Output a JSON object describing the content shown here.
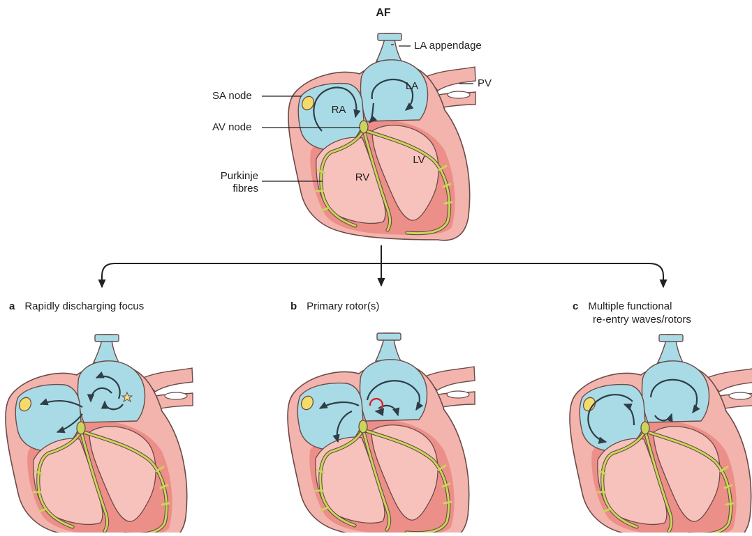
{
  "title": "AF",
  "labels": {
    "la_appendage": "LA appendage",
    "pv": "PV",
    "sa_node": "SA node",
    "av_node": "AV node",
    "purkinje": [
      "Purkinje",
      "fibres"
    ],
    "la": "LA",
    "ra": "RA",
    "rv": "RV",
    "lv": "LV"
  },
  "panels": [
    {
      "letter": "a",
      "title": [
        "Rapidly discharging focus"
      ]
    },
    {
      "letter": "b",
      "title": [
        "Primary rotor(s)"
      ]
    },
    {
      "letter": "c",
      "title": [
        "Multiple functional",
        "re-entry waves/rotors"
      ]
    }
  ],
  "colors": {
    "outer_wall": "#f3b4ad",
    "wall_stroke": "#6a4a48",
    "myocardium": "#ec8f88",
    "ventricle_cavity": "#f8c2bc",
    "atria": "#a9dbe6",
    "conduction": "#c9d65a",
    "sa_node": "#f4dc6a",
    "arrow": "#2f3d46",
    "rotor": "#d8232a",
    "focus_star": "#f7e38a"
  },
  "icons": [
    "focus-star-icon",
    "rotor-icon"
  ]
}
